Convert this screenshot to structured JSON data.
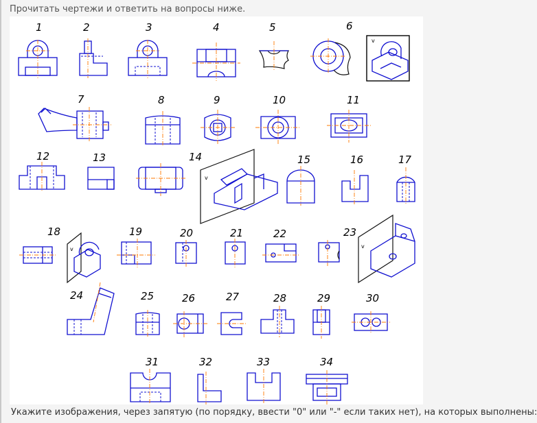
{
  "header": {
    "instruction": "Прочитать чертежи и ответить на вопросы ниже."
  },
  "drawing": {
    "labels": [
      "1",
      "2",
      "3",
      "4",
      "5",
      "6",
      "7",
      "8",
      "9",
      "10",
      "11",
      "12",
      "13",
      "14",
      "15",
      "16",
      "17",
      "18",
      "19",
      "20",
      "21",
      "22",
      "23",
      "24",
      "25",
      "26",
      "27",
      "28",
      "29",
      "30",
      "31",
      "32",
      "33",
      "34"
    ],
    "pictorial_marker": "v"
  },
  "question": {
    "text": "Укажите изображения, через запятую (по порядку, ввести \"0\" или \"-\" если таких нет), на которых выполнены:"
  },
  "colors": {
    "lines": "#1010d0",
    "axis": "#ff7a00"
  }
}
